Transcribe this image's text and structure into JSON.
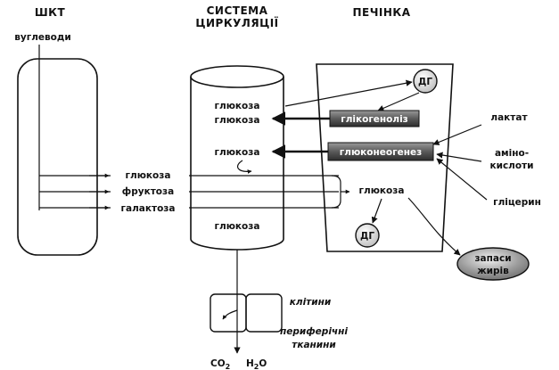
{
  "headers": {
    "gi_tract": "ШКТ",
    "circulation_line1": "СИСТЕМА",
    "circulation_line2": "ЦИРКУЛЯЦІЇ",
    "liver": "ПЕЧІНКА"
  },
  "gi": {
    "carbohydrates": "вуглеводи"
  },
  "absorbed": {
    "glucose": "глюкоза",
    "fructose": "фруктоза",
    "galactose": "галактоза"
  },
  "circulation": {
    "glucose_top": "глюкоза",
    "glucose_from_glycogenolysis": "глюкоза",
    "glucose_from_gluconeogenesis": "глюкоза",
    "glucose_bottom": "глюкоза"
  },
  "liver": {
    "dg_top": "ДГ",
    "glycogenolysis": "глікогеноліз",
    "gluconeogenesis": "глюконеогенез",
    "glucose": "глюкоза",
    "dg_bottom": "ДГ"
  },
  "substrates": {
    "lactate": "лактат",
    "amino_acids_line1": "аміно-",
    "amino_acids_line2": "кислоти",
    "glycerol": "гліцерин"
  },
  "fat_store": {
    "line1": "запаси",
    "line2": "жирів"
  },
  "periphery": {
    "cells": "клітини",
    "tissues_line1": "периферічні",
    "tissues_line2": "тканини",
    "co2": "CO",
    "co2_sub": "2",
    "h2o": "H",
    "h2o_sub": "2",
    "h2o_end": "O"
  }
}
